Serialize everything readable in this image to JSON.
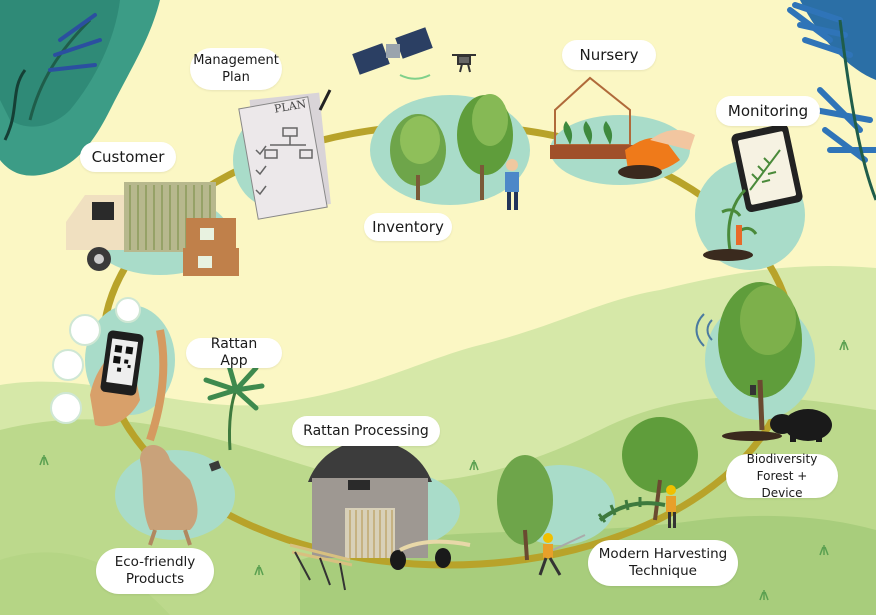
{
  "diagram": {
    "labels": {
      "management_plan": "Management\nPlan",
      "nursery": "Nursery",
      "monitoring": "Monitoring",
      "customer": "Customer",
      "inventory": "Inventory",
      "rattan_app": "Rattan App",
      "rattan_processing": "Rattan Processing",
      "biodiversity": "Biodiversity\nForest + Device",
      "modern_harvesting": "Modern Harvesting\nTechnique",
      "eco_friendly": "Eco-friendly\nProducts"
    },
    "signage": {
      "plan_title": "PLAN"
    },
    "colors": {
      "background": "#fbf7c4",
      "hill_light": "#cfe3a0",
      "hill_dark": "#a8cd7c",
      "cycle_path": "#b8a32a",
      "blob": "#a9dcc9",
      "leaf_dark": "#1f6d78",
      "tree_green": "#5f9d3b"
    },
    "icons": [
      "satellite-icon",
      "drone-icon",
      "truck-icon",
      "tablet-icon",
      "phone-qr-icon",
      "bear-icon",
      "plan-document-icon",
      "greenhouse-icon",
      "chair-icon",
      "barn-icon"
    ]
  }
}
